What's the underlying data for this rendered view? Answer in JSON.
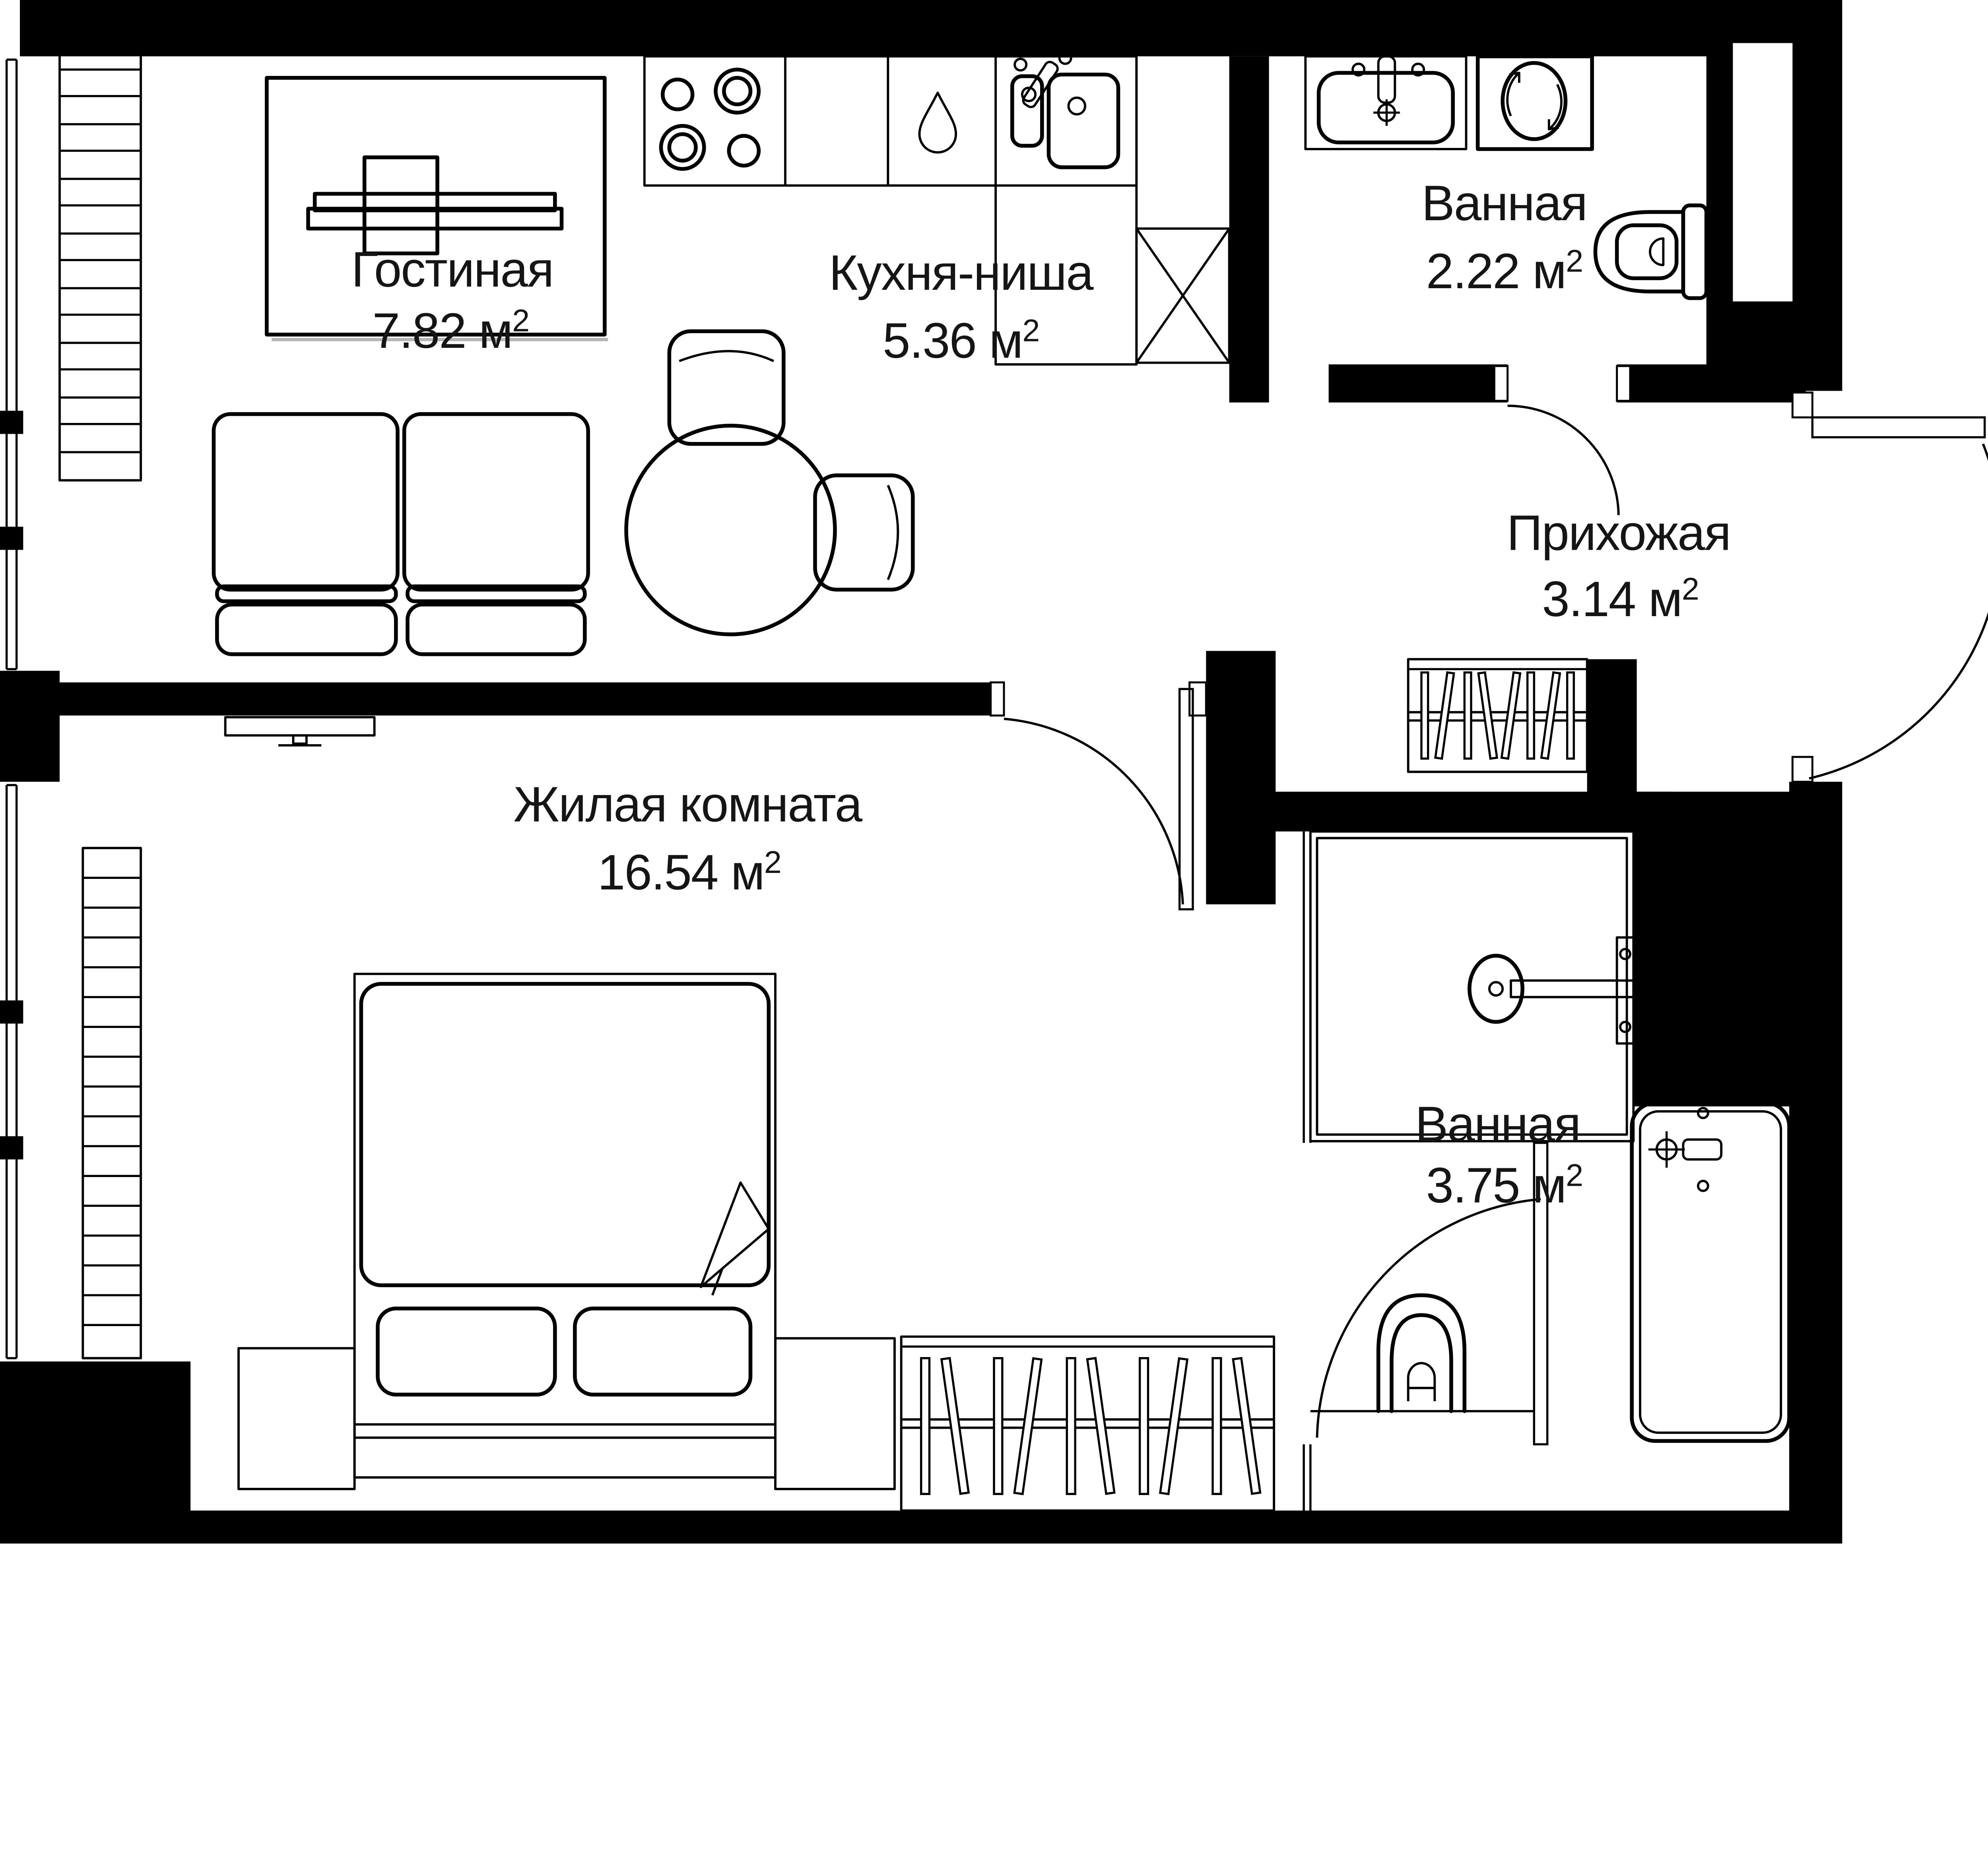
{
  "plan": {
    "background_color": "#ffffff",
    "wall_color": "#000000",
    "text_color": "#151515",
    "rooms": [
      {
        "id": "living",
        "name": "Гостиная",
        "area": "7.82 м",
        "area_sup": "2"
      },
      {
        "id": "kitchen",
        "name": "Кухня-ниша",
        "area": "5.36 м",
        "area_sup": "2"
      },
      {
        "id": "bathroom_top",
        "name": "Ванная",
        "area": "2.22 м",
        "area_sup": "2"
      },
      {
        "id": "hallway",
        "name": "Прихожая",
        "area": "3.14 м",
        "area_sup": "2"
      },
      {
        "id": "bedroom",
        "name": "Жилая комната",
        "area": "16.54 м",
        "area_sup": "2"
      },
      {
        "id": "bathroom_bottom",
        "name": "Ванная",
        "area": "3.75 м",
        "area_sup": "2"
      }
    ],
    "fixtures": [
      "tv-console",
      "tv-panel",
      "sofa",
      "round-dining-table",
      "chair",
      "kitchen-counter",
      "stove-burners",
      "water-drop",
      "kitchen-sink",
      "vent-shaft",
      "washbasin",
      "washing-machine",
      "toilet",
      "wardrobe-hangers",
      "bed",
      "pillows",
      "nightstand",
      "radiator",
      "window",
      "shower",
      "shower-head",
      "vanity-sink",
      "interior-door",
      "entrance-door"
    ]
  }
}
